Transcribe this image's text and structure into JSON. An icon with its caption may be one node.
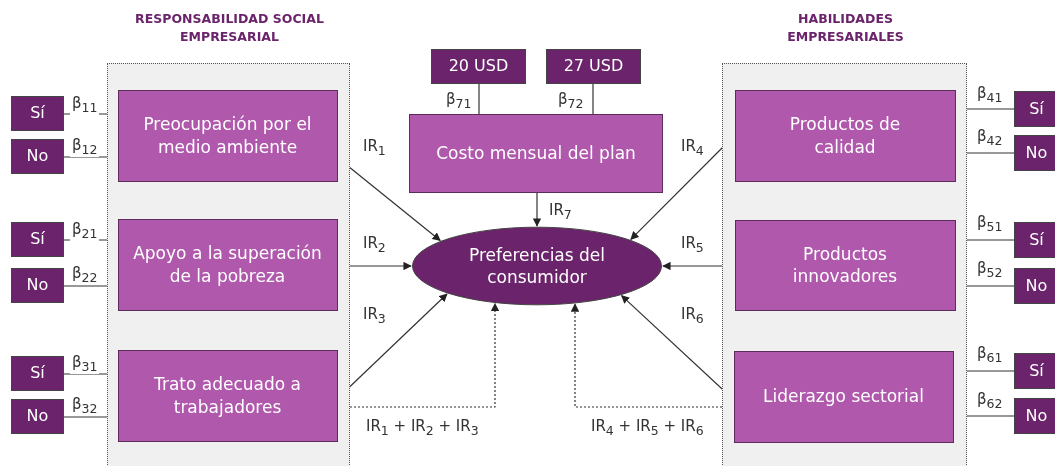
{
  "diagram": {
    "nodes": [
      {
        "text": [
          "RESPONSABILIDAD SOCIAL EMPRESARIAL"
        ]
      },
      {
        "text": [
          "Preocupación por el medio ambiente"
        ],
        "in": 0
      },
      {
        "text": [
          "Apoyo a la superación de la pobreza"
        ],
        "in": 0
      },
      {
        "text": [
          "Trato adecuado a trabajadores"
        ],
        "in": 0
      },
      {
        "text": [
          "HABILIDADES EMPRESARIALES"
        ]
      },
      {
        "text": [
          "Productos de calidad"
        ],
        "in": 4
      },
      {
        "text": [
          "Productos innovadores"
        ],
        "in": 4
      },
      {
        "text": [
          "Liderazgo sectorial"
        ],
        "in": 4
      },
      {
        "text": [
          "20 USD"
        ]
      },
      {
        "text": [
          "27 USD"
        ]
      },
      {
        "text": [
          "Costo mensual del plan"
        ]
      },
      {
        "text": [
          "Preferencias del consumidor"
        ]
      },
      {
        "text": [
          "Sí"
        ]
      },
      {
        "text": [
          "No"
        ]
      },
      {
        "text": [
          "Sí"
        ]
      },
      {
        "text": [
          "No"
        ]
      },
      {
        "text": [
          "Sí"
        ]
      },
      {
        "text": [
          "No"
        ]
      },
      {
        "text": [
          "Sí"
        ]
      },
      {
        "text": [
          "No"
        ]
      },
      {
        "text": [
          "Sí"
        ]
      },
      {
        "text": [
          "No"
        ]
      },
      {
        "text": [
          "Sí"
        ]
      },
      {
        "text": [
          "No"
        ]
      }
    ],
    "edges": [
      {
        "from": 12,
        "to": 1,
        "arrow": "none",
        "label": "β$_{11}$"
      },
      {
        "from": 13,
        "to": 1,
        "arrow": "none",
        "label": "β$_{12}$"
      },
      {
        "from": 14,
        "to": 2,
        "arrow": "none",
        "label": "β$_{21}$"
      },
      {
        "from": 15,
        "to": 2,
        "arrow": "none",
        "label": "β$_{22}$"
      },
      {
        "from": 16,
        "to": 3,
        "arrow": "none",
        "label": "β$_{31}$"
      },
      {
        "from": 17,
        "to": 3,
        "arrow": "none",
        "label": "β$_{32}$"
      },
      {
        "from": 5,
        "to": 18,
        "arrow": "none",
        "label": "β$_{41}$"
      },
      {
        "from": 5,
        "to": 19,
        "arrow": "none",
        "label": "β$_{42}$"
      },
      {
        "from": 6,
        "to": 20,
        "arrow": "none",
        "label": "β$_{51}$"
      },
      {
        "from": 6,
        "to": 21,
        "arrow": "none",
        "label": "β$_{52}$"
      },
      {
        "from": 7,
        "to": 22,
        "arrow": "none",
        "label": "β$_{61}$"
      },
      {
        "from": 7,
        "to": 23,
        "arrow": "none",
        "label": "β$_{62}$"
      },
      {
        "from": 8,
        "to": 10,
        "arrow": "none",
        "label": "β$_{71}$"
      },
      {
        "from": 9,
        "to": 10,
        "arrow": "none",
        "label": "β$_{72}$"
      },
      {
        "from": 1,
        "to": 11,
        "arrow": "to",
        "label": "IR$_{1}$"
      },
      {
        "from": 2,
        "to": 11,
        "arrow": "to",
        "label": "IR$_{2}$"
      },
      {
        "from": 3,
        "to": 11,
        "arrow": "to",
        "label": "IR$_{3}$"
      },
      {
        "from": 10,
        "to": 11,
        "arrow": "to",
        "label": "IR$_{7}$"
      },
      {
        "from": 5,
        "to": 11,
        "arrow": "to",
        "label": "IR$_{4}$"
      },
      {
        "from": 6,
        "to": 11,
        "arrow": "to",
        "label": "IR$_{5}$"
      },
      {
        "from": 7,
        "to": 11,
        "arrow": "to",
        "label": "IR$_{6}$"
      },
      {
        "from": 0,
        "to": 11,
        "arrow": "to",
        "style": "dashed",
        "label": "IR$_{1}$ + IR$_{2}$ + IR$_{3}$"
      },
      {
        "from": 4,
        "to": 11,
        "arrow": "to",
        "style": "dashed",
        "label": "IR$_{4}$ + IR$_{5}$ + IR$_{6}$"
      }
    ]
  }
}
